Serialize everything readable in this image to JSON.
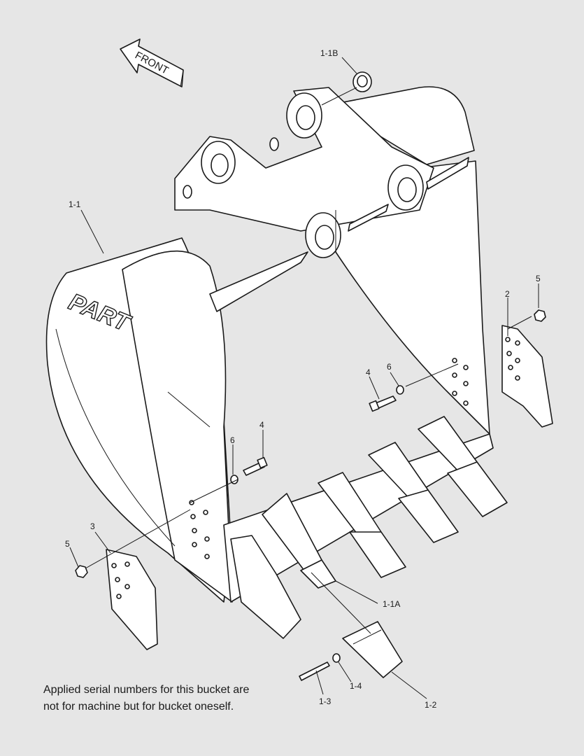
{
  "front_label": "FRONT",
  "brand_mark": "PART",
  "callouts": {
    "c_1_1B": "1-1B",
    "c_1_1": "1-1",
    "c_2": "2",
    "c_5_right": "5",
    "c_4_right": "4",
    "c_6_right": "6",
    "c_6_left": "6",
    "c_4_left": "4",
    "c_3": "3",
    "c_5_left": "5",
    "c_1_1A": "1-1A",
    "c_1_3": "1-3",
    "c_1_4": "1-4",
    "c_1_2": "1-2"
  },
  "note": {
    "line1": "Applied serial numbers for this bucket are",
    "line2": "not for machine but for bucket oneself."
  }
}
